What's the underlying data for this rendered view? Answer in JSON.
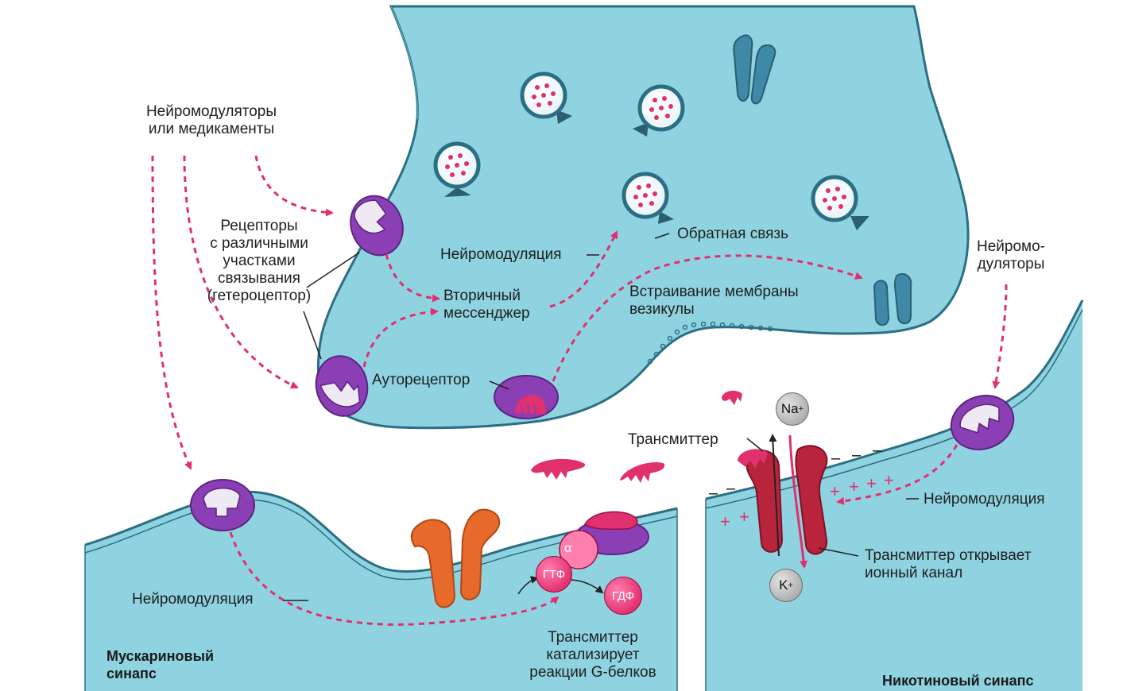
{
  "labels": {
    "neuromodulators_or_drugs": [
      "Нейромодуляторы",
      "или медикаменты"
    ],
    "receptors_heteroceptor": [
      "Рецепторы",
      "с различными",
      "участками",
      "связывания",
      "(гетероцептор)"
    ],
    "neuromodulation_top": "Нейромодуляция",
    "second_messenger": [
      "Вторичный",
      "мессенджер"
    ],
    "feedback": "Обратная связь",
    "vesicle_membrane_insertion": [
      "Встраивание мембраны",
      "везикулы"
    ],
    "autoreceptor": "Ауторецептор",
    "transmitter_top": "Трансмиттер",
    "neuromodulators_right": [
      "Нейромо-",
      "дуляторы"
    ],
    "neuromodulation_right": "Нейромодуляция",
    "transmitter_opens_channel": [
      "Трансмиттер открывает",
      "ионный канал"
    ],
    "neuromodulation_left": "Нейромодуляция",
    "transmitter_catalyzes": [
      "Трансмиттер",
      "катализирует",
      "реакции G-белков"
    ],
    "muscarinic_synapse": [
      "Мускариновый",
      "синапс"
    ],
    "nicotinic_synapse": "Никотиновый синапс"
  },
  "ions": {
    "na": {
      "symbol": "Na",
      "charge": "+"
    },
    "k": {
      "symbol": "K",
      "charge": "+"
    }
  },
  "g_protein": {
    "alpha": "α",
    "gtp": "ГТФ",
    "gdp": "ГДФ"
  },
  "charges": {
    "minus": "–",
    "plus": "+"
  },
  "colors": {
    "cell_fill": "#8fd3e0",
    "cell_fill_dark": "#5fb4c8",
    "membrane": "#2b6f85",
    "arrow": "#e0306e",
    "receptor": "#8a3fb5",
    "transmitter": "#e0306e",
    "muscarinic_receptor": "#e86a2a",
    "nicotinic_channel": "#b8243c",
    "ion_channel": "#3e89a8"
  }
}
